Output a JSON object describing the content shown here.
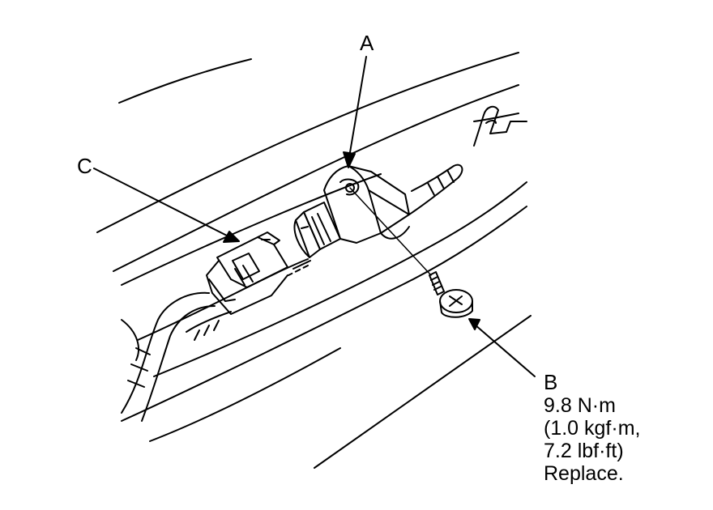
{
  "diagram": {
    "callouts": {
      "a": "A",
      "b": "B",
      "c": "C"
    },
    "spec": {
      "torque": "9.8 N·m",
      "kgf": "(1.0 kgf·m,",
      "lbf": "7.2 lbf·ft)",
      "note": "Replace."
    }
  }
}
